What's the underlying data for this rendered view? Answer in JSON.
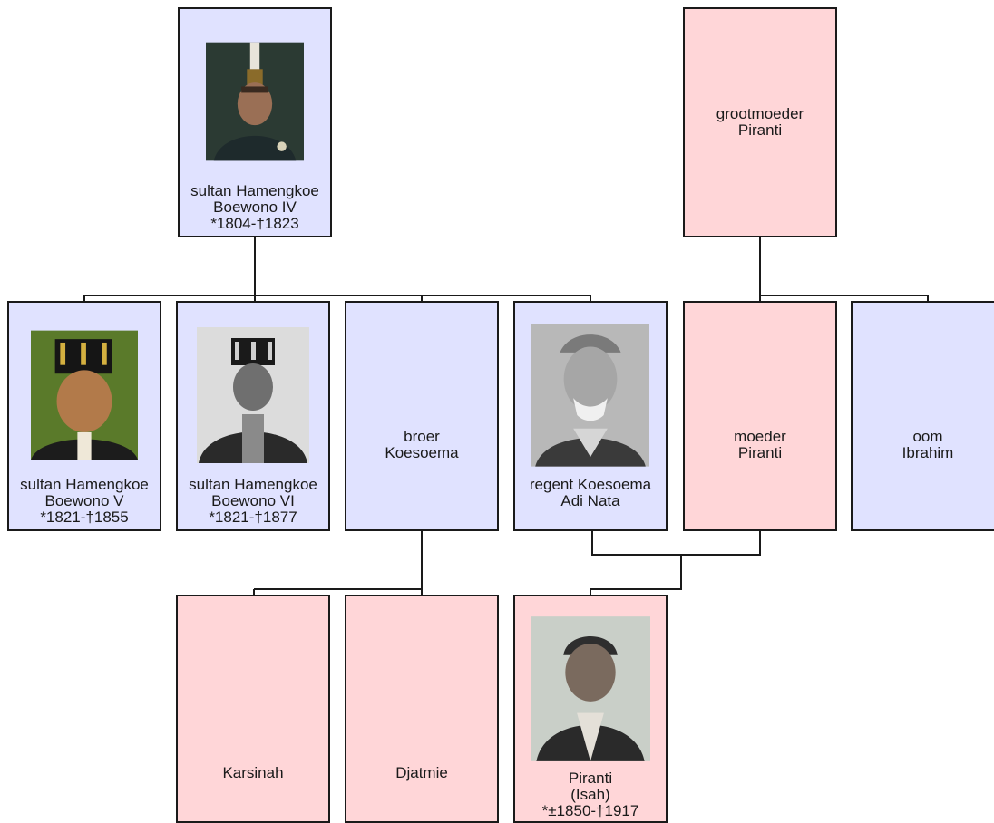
{
  "colors": {
    "male": "#e0e2ff",
    "female": "#ffd6d8",
    "line": "#1a1a1a"
  },
  "people": {
    "hb4": {
      "lines": [
        "sultan Hamengkoe",
        "Boewono IV",
        "*1804-†1823"
      ],
      "portrait": "crowned-sultan-portrait"
    },
    "grandmother": {
      "lines": [
        "grootmoeder",
        "Piranti"
      ]
    },
    "hb5": {
      "lines": [
        "sultan Hamengkoe",
        "Boewono V",
        "*1821-†1855"
      ],
      "portrait": "sultan-portrait"
    },
    "hb6": {
      "lines": [
        "sultan Hamengkoe",
        "Boewono VI",
        "*1821-†1877"
      ],
      "portrait": "sultan-photo"
    },
    "brother": {
      "lines": [
        "broer",
        "Koesoema"
      ]
    },
    "regent": {
      "lines": [
        "regent Koesoema",
        "Adi Nata"
      ],
      "portrait": "regent-photo"
    },
    "mother": {
      "lines": [
        "moeder",
        "Piranti"
      ]
    },
    "uncle": {
      "lines": [
        "oom",
        "Ibrahim"
      ]
    },
    "karsinah": {
      "lines": [
        "Karsinah"
      ]
    },
    "djatmie": {
      "lines": [
        "Djatmie"
      ]
    },
    "piranti": {
      "lines": [
        "Piranti",
        "(Isah)",
        "*±1850-†1917"
      ],
      "portrait": "woman-photo"
    }
  }
}
